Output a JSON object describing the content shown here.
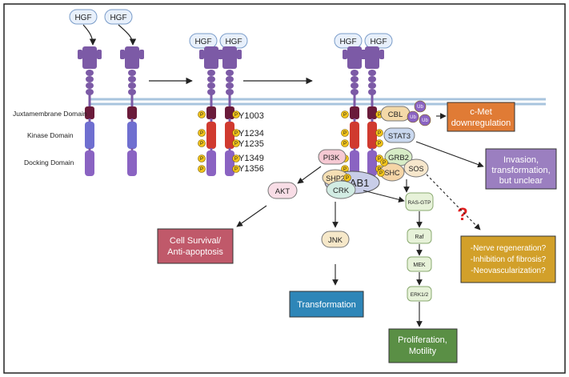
{
  "ligand": "HGF",
  "phospho_marker": "P",
  "ubiquitin_marker": "Ub",
  "domains": {
    "juxtamembrane": "Juxtamembrane Domain",
    "kinase": "Kinase Domain",
    "docking": "Docking Domain"
  },
  "sites": {
    "y1003": "Y1003",
    "y1234": "Y1234",
    "y1235": "Y1235",
    "y1349": "Y1349",
    "y1356": "Y1356"
  },
  "proteins": {
    "cbl": "CBL",
    "stat3": "STAT3",
    "pi3k": "PI3K",
    "grb2": "GRB2",
    "sos": "SOS",
    "shc": "SHC",
    "shp2": "SHP2",
    "gab1": "GAB1",
    "crk": "CRK",
    "akt": "AKT",
    "jnk": "JNK",
    "ras_gtp": "RAS-GTP",
    "raf": "Raf",
    "mek": "MEK",
    "erk": "ERK1/2"
  },
  "outcomes": {
    "cmet_down": [
      "c-Met",
      "downregulation"
    ],
    "invasion": [
      "Invasion,",
      "transformation,",
      "but unclear"
    ],
    "survival": [
      "Cell Survival/",
      "Anti-apoptosis"
    ],
    "transformation": "Transformation",
    "proliferation": [
      "Proliferation,",
      "Motility"
    ],
    "nerve": [
      "-Nerve regeneration?",
      "-Inhibition of fibrosis?",
      "-Neovascularization?"
    ]
  },
  "question_mark": "?",
  "colors": {
    "receptor_purple": "#7c5aa6",
    "juxtamembrane": "#6a1b3a",
    "kinase_blue": "#6f6fd0",
    "kinase_active": "#d03a2f",
    "docking_purple": "#8a63c2",
    "membrane": "#a8c4de",
    "phospho": "#f2c41b",
    "cmet_box": "#e07b35",
    "invasion_box": "#9b7fc0",
    "survival_box": "#c0596a",
    "transformation_box": "#2e86b8",
    "proliferation_box": "#5a8f45",
    "nerve_box": "#d2a02a",
    "question": "#e02020"
  }
}
